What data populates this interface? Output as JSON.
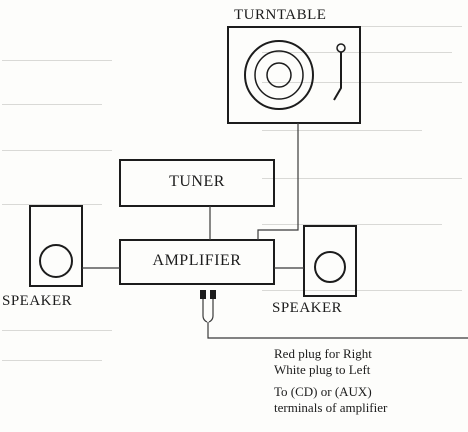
{
  "labels": {
    "turntable": "TURNTABLE",
    "tuner": "TUNER",
    "amplifier": "AMPLIFIER",
    "speaker_left": "SPEAKER",
    "speaker_right": "SPEAKER"
  },
  "notes": {
    "line1": "Red plug for Right",
    "line2": "White plug to Left",
    "line3": "To (CD) or (AUX)",
    "line4": "terminals of amplifier"
  }
}
